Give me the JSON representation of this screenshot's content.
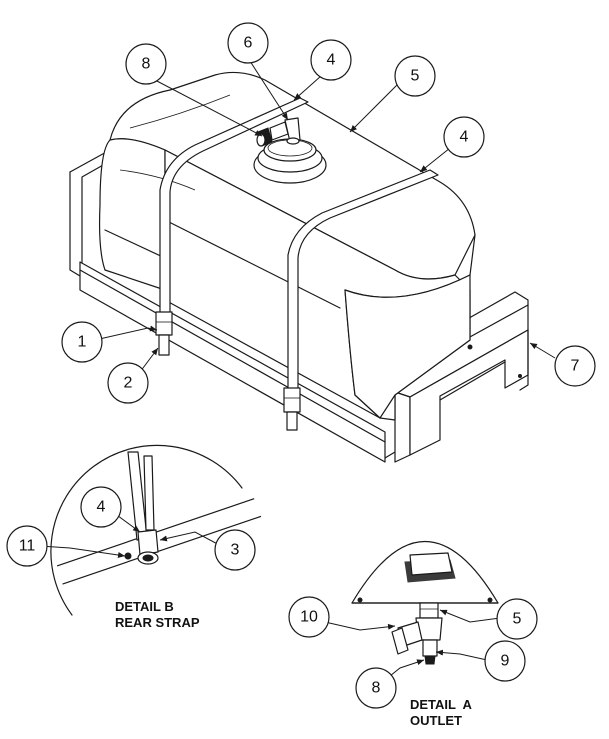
{
  "callouts": {
    "c8_top": "8",
    "c6": "6",
    "c4_top": "4",
    "c5_top": "5",
    "c4_right": "4",
    "c1": "1",
    "c2": "2",
    "c7": "7",
    "c4_detail": "4",
    "c11": "11",
    "c3": "3",
    "c10": "10",
    "c5_detail": "5",
    "c9": "9",
    "c8_detail": "8"
  },
  "detail_b": {
    "line1": "DETAIL B",
    "line2": "REAR STRAP"
  },
  "detail_a": {
    "line1": "DETAIL  A",
    "line2": "OUTLET"
  }
}
